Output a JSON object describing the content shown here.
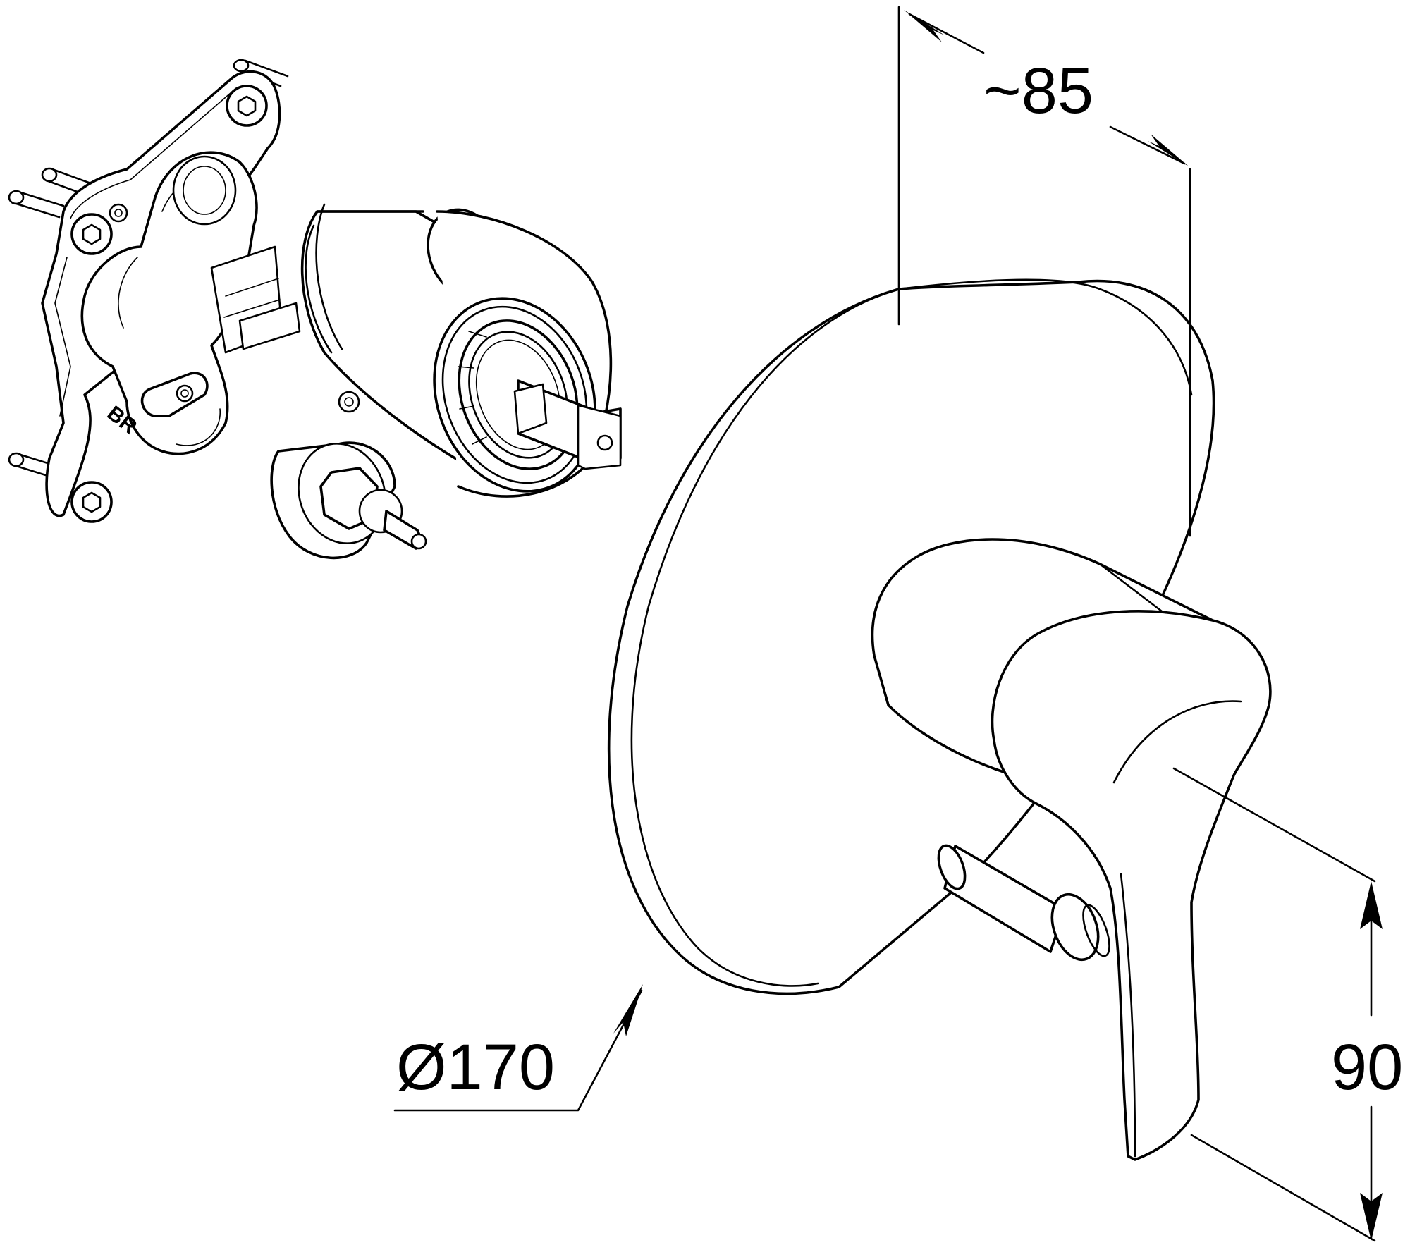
{
  "drawing": {
    "dimensions": {
      "depth": "~85",
      "diameter": "Ø170",
      "height": "90"
    },
    "body_marking": "BR"
  },
  "colors": {
    "line": "#000000",
    "background": "#ffffff"
  }
}
